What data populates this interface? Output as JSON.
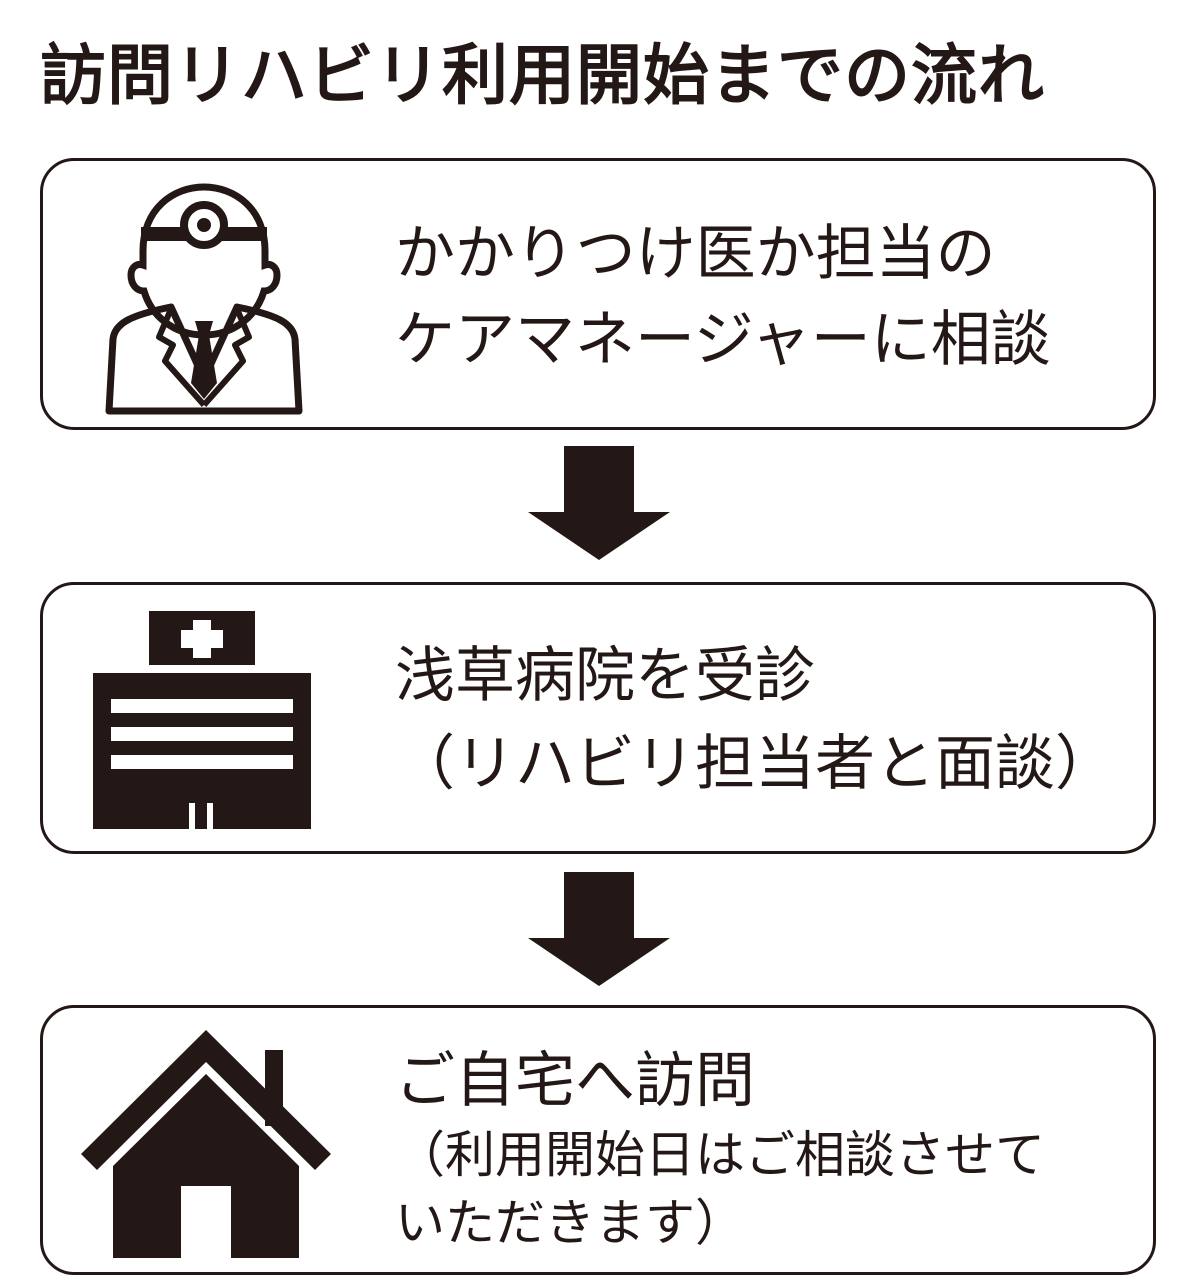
{
  "title": "訪問リハビリ利用開始までの流れ",
  "steps": [
    {
      "line1": "かかりつけ医か担当の",
      "line2": "ケアマネージャーに相談",
      "icon": "doctor-icon"
    },
    {
      "line1": "浅草病院を受診",
      "line2": "（リハビリ担当者と面談）",
      "icon": "hospital-icon"
    },
    {
      "line1": "ご自宅へ訪問",
      "line2": "（利用開始日はご相談させて",
      "line3": " いただきます）",
      "icon": "house-icon"
    }
  ],
  "colors": {
    "ink": "#231815",
    "background": "#ffffff"
  }
}
